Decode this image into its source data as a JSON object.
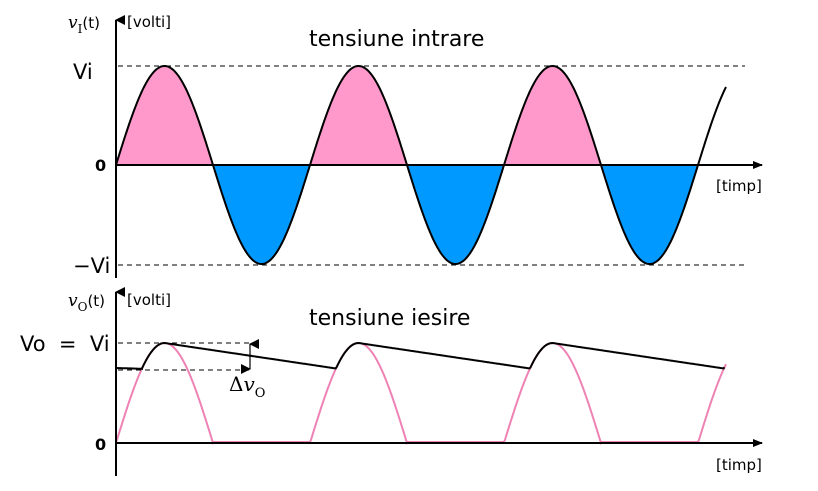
{
  "top_panel": {
    "title": "tensiune intrare",
    "y_symbol": "v",
    "y_subscript": "I",
    "y_arg": "(t)",
    "y_unit": "[volti]",
    "x_unit": "[timp]",
    "label_peak": "Vi",
    "label_zero": "0",
    "label_trough": "−Vi",
    "color_positive": "#ff99cc",
    "color_negative": "#0099ff"
  },
  "bottom_panel": {
    "title": "tensiune iesire",
    "y_symbol": "v",
    "y_subscript": "O",
    "y_arg": "(t)",
    "y_unit": "[volti]",
    "x_unit": "[timp]",
    "label_peak": "Vo  =  Vi",
    "label_zero": "0",
    "ripple_delta": "Δ",
    "ripple_symbol": "v",
    "ripple_subscript": "O",
    "color_rectified": "#ee82b4"
  }
}
